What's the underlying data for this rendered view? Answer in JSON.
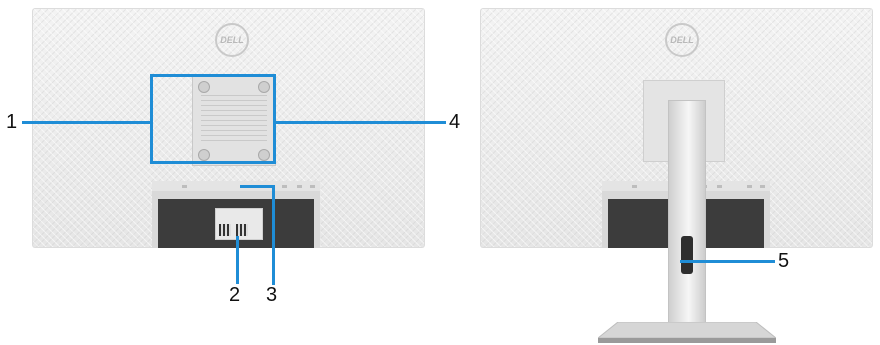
{
  "callouts": {
    "c1": "1",
    "c2": "2",
    "c3": "3",
    "c4": "4",
    "c5": "5"
  },
  "logo_text": "DELL",
  "colors": {
    "callout": "#1f8dd6",
    "monitor_back": "#efefef",
    "bay": "#3c3c3c"
  }
}
